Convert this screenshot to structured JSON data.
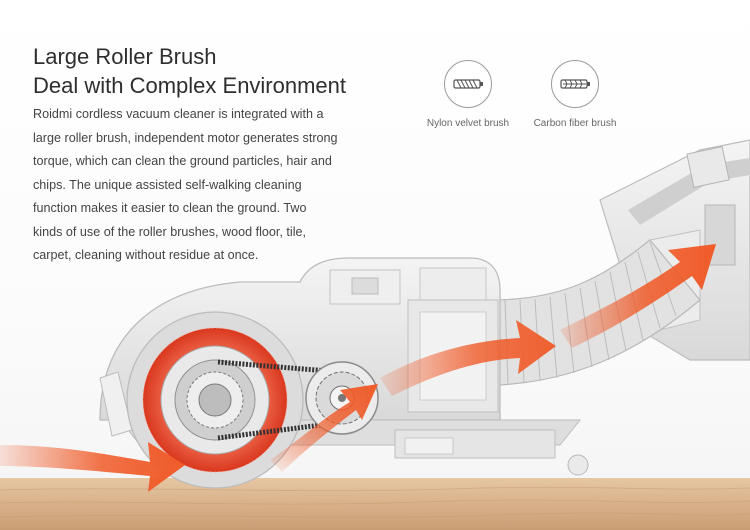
{
  "heading": {
    "line1": "Large Roller Brush",
    "line2": "Deal with Complex Environment"
  },
  "description": {
    "lines": [
      "Roidmi cordless vacuum cleaner is integrated with a",
      "large roller brush, independent motor generates strong",
      "torque, which can clean the ground particles, hair and",
      "chips. The unique assisted self-walking cleaning",
      "function makes it easier to clean the ground. Two",
      "kinds of use of the roller brushes, wood floor, tile,",
      "carpet, cleaning without residue at once."
    ]
  },
  "brushes": [
    {
      "label": "Nylon velvet brush",
      "icon": "nylon-velvet-brush-icon"
    },
    {
      "label": "Carbon fiber brush",
      "icon": "carbon-fiber-brush-icon"
    }
  ],
  "colors": {
    "airflow_arrow": "#f05a28",
    "roller_ring": "#e8452a",
    "floor": "#d9b48e",
    "housing": "#e4e4e4"
  }
}
